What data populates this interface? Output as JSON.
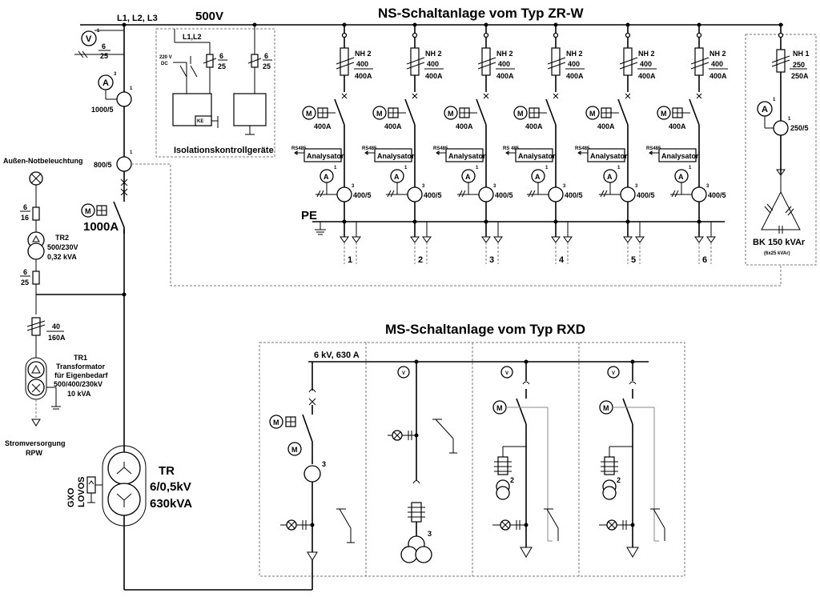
{
  "colors": {
    "line": "#000000",
    "connector": "#8a8a8a",
    "frame": "#777777",
    "background": "#ffffff"
  },
  "labels": {
    "lv_title": "NS-Schaltanlage vom Typ ZR-W",
    "mv_title": "MS-Schaltanlage vom Typ RXD",
    "phases": "L1, L2, L3",
    "voltage": "500V",
    "l1l2": "L1,L2",
    "iso_devices": "Isolationskontrollgeräte",
    "iso_fuse": "6",
    "iso_fuse2": "25",
    "iso_fuse_r": "6",
    "iso_fuse_r2": "25",
    "iso_220v": "220 V",
    "iso_dc": "DC",
    "ke": "KE",
    "voltmeter_fuse": "6",
    "voltmeter_fuse2": "25",
    "ammeter_ct": "1000/5",
    "ct_800": "800/5",
    "breaker_main": "1000A",
    "pe": "PE",
    "outdoor_light": "Außen-Notbeleuchtung",
    "fuse_6": "6",
    "fuse_16": "16",
    "tr2_name": "TR2",
    "tr2_ratio": "500/230V",
    "tr2_power": "0,32 kVA",
    "fuse_6b": "6",
    "fuse_25b": "25",
    "fuse_40": "40",
    "fuse_160a": "160A",
    "tr1_name": "TR1",
    "tr1_desc1": "Transformator",
    "tr1_desc2": "für Eigenbedarf",
    "tr1_ratio": "500/400/230kV",
    "tr1_power": "10 kVA",
    "rpw1": "Stromversorgung",
    "rpw2": "RPW",
    "gxo": "GXO",
    "lovos": "LOVOS",
    "tr_name": "TR",
    "tr_ratio": "6/0,5kV",
    "tr_power": "630kVA",
    "cap_name": "BK 150 kVAr",
    "cap_detail": "(6x25 kVAr)",
    "mv_busbar": "6 kV, 630 A",
    "v": "V",
    "a": "A",
    "m": "M"
  },
  "feeders": [
    {
      "fuse": "NH 2",
      "rating1": "400",
      "rating2": "400A",
      "breaker": "400A",
      "analyzer": "Analysator",
      "bus": "RS485",
      "ct": "400/5",
      "num": "1"
    },
    {
      "fuse": "NH 2",
      "rating1": "400",
      "rating2": "400A",
      "breaker": "400A",
      "analyzer": "Analysator",
      "bus": "RS485",
      "ct": "400/5",
      "num": "2"
    },
    {
      "fuse": "NH 2",
      "rating1": "400",
      "rating2": "400A",
      "breaker": "400A",
      "analyzer": "Analysator",
      "bus": "RS485",
      "ct": "400/5",
      "num": "3"
    },
    {
      "fuse": "NH 2",
      "rating1": "400",
      "rating2": "400A",
      "breaker": "400A",
      "analyzer": "Analysator",
      "bus": "RS 485",
      "ct": "400/5",
      "num": "4"
    },
    {
      "fuse": "NH 2",
      "rating1": "400",
      "rating2": "400A",
      "breaker": "400A",
      "analyzer": "Analysator",
      "bus": "RS485",
      "ct": "400/5",
      "num": "5"
    },
    {
      "fuse": "NH 2",
      "rating1": "400",
      "rating2": "400A",
      "breaker": "400A",
      "analyzer": "Analysator",
      "bus": "RS485",
      "ct": "400/5",
      "num": "6"
    }
  ],
  "cap_feeder": {
    "fuse": "NH 1",
    "rating1": "250",
    "rating2": "250A",
    "ct": "250/5"
  },
  "mv_cells": [
    {
      "index_label": "3"
    },
    {
      "index_label": "3"
    },
    {
      "index_label": "2"
    },
    {
      "index_label": "2"
    }
  ],
  "markers": {
    "one": "1",
    "three": "3"
  }
}
